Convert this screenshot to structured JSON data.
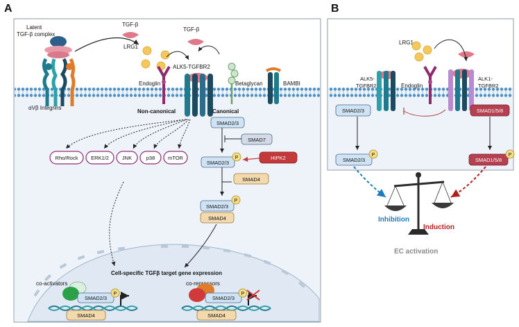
{
  "panel_a": {
    "letter": "A",
    "latent_complex": [
      "Latent",
      "TGF-β complex"
    ],
    "tgfb_left": "TGF-β",
    "tgfb_right": "TGF-β",
    "lrg1": "LRG1",
    "alk5_tgfbr2": "ALK5-TGFBR2",
    "endoglin": "Endoglin",
    "betaglycan": "Betaglycan",
    "bambi": "BAMBI",
    "integrins": "αVβ Integrins",
    "non_canonical": "Non-canonical",
    "canonical": "Canonical",
    "kinases": [
      "Rho/Rock",
      "ERK1/2",
      "JNK",
      "p38",
      "mTOR"
    ],
    "smad23": "SMAD2/3",
    "smad7": "SMAD7",
    "hipk2": "HIPK2",
    "smad4": "SMAD4",
    "phospho": "P",
    "target_expression": "Cell-specific TGFβ target gene expression",
    "co_activators": "co-activators",
    "co_repressors": "co-repressors"
  },
  "panel_b": {
    "letter": "B",
    "lrg1": "LRG1",
    "alk5_tgfbr2": [
      "ALK5-",
      "TGFBR2"
    ],
    "endoglin": "Endoglin",
    "alk1_tgfbr2": [
      "ALK1-",
      "TGFBR2"
    ],
    "smad23": "SMAD2/3",
    "smad158": "SMAD1/5/8",
    "phospho": "P",
    "inhibition": "Inhibition",
    "induction": "Induction",
    "ec_activation": "EC activation"
  },
  "colors": {
    "panel_bg": "#eef3fa",
    "membrane_blue": "#4a90c4",
    "smad_box": "#cfe3f5",
    "smad4_box": "#f3d9ae",
    "hipk2": "#c23a3a",
    "smad158": "#b5404f",
    "inhibition_blue": "#1f7bbf",
    "induction_red": "#b01e1e",
    "phospho_yellow": "#f6dd88",
    "receptor_teal": "#1f7a8c",
    "receptor_dark": "#1d4a5e",
    "endoglin_purple": "#8e2a6e",
    "tgfb_pink": "#e0788a"
  }
}
